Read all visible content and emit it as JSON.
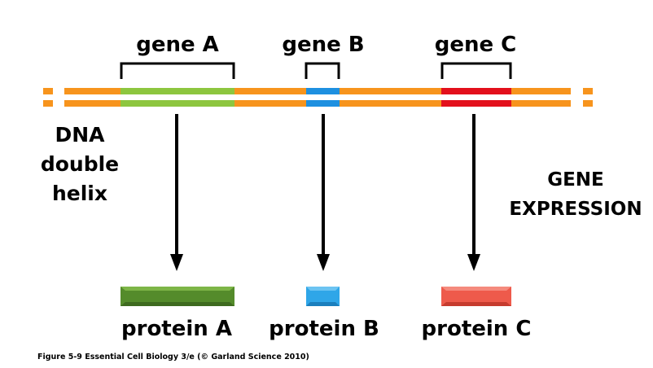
{
  "genes": [
    {
      "id": "a",
      "gene_label": "gene A",
      "protein_label": "protein A",
      "color": "#8dc63f",
      "protein_color": "#548b2b"
    },
    {
      "id": "b",
      "gene_label": "gene B",
      "protein_label": "protein B",
      "color": "#1e90e0",
      "protein_color": "#2fa6e8"
    },
    {
      "id": "c",
      "gene_label": "gene C",
      "protein_label": "protein C",
      "color": "#e3101c",
      "protein_color": "#ee5a4b"
    }
  ],
  "dna_color": "#f7941d",
  "dna_label_lines": [
    "DNA",
    "double",
    "helix"
  ],
  "process_label_lines": [
    "GENE",
    "EXPRESSION"
  ],
  "caption": "Figure 5-9  Essential Cell Biology 3/e (© Garland Science 2010)"
}
